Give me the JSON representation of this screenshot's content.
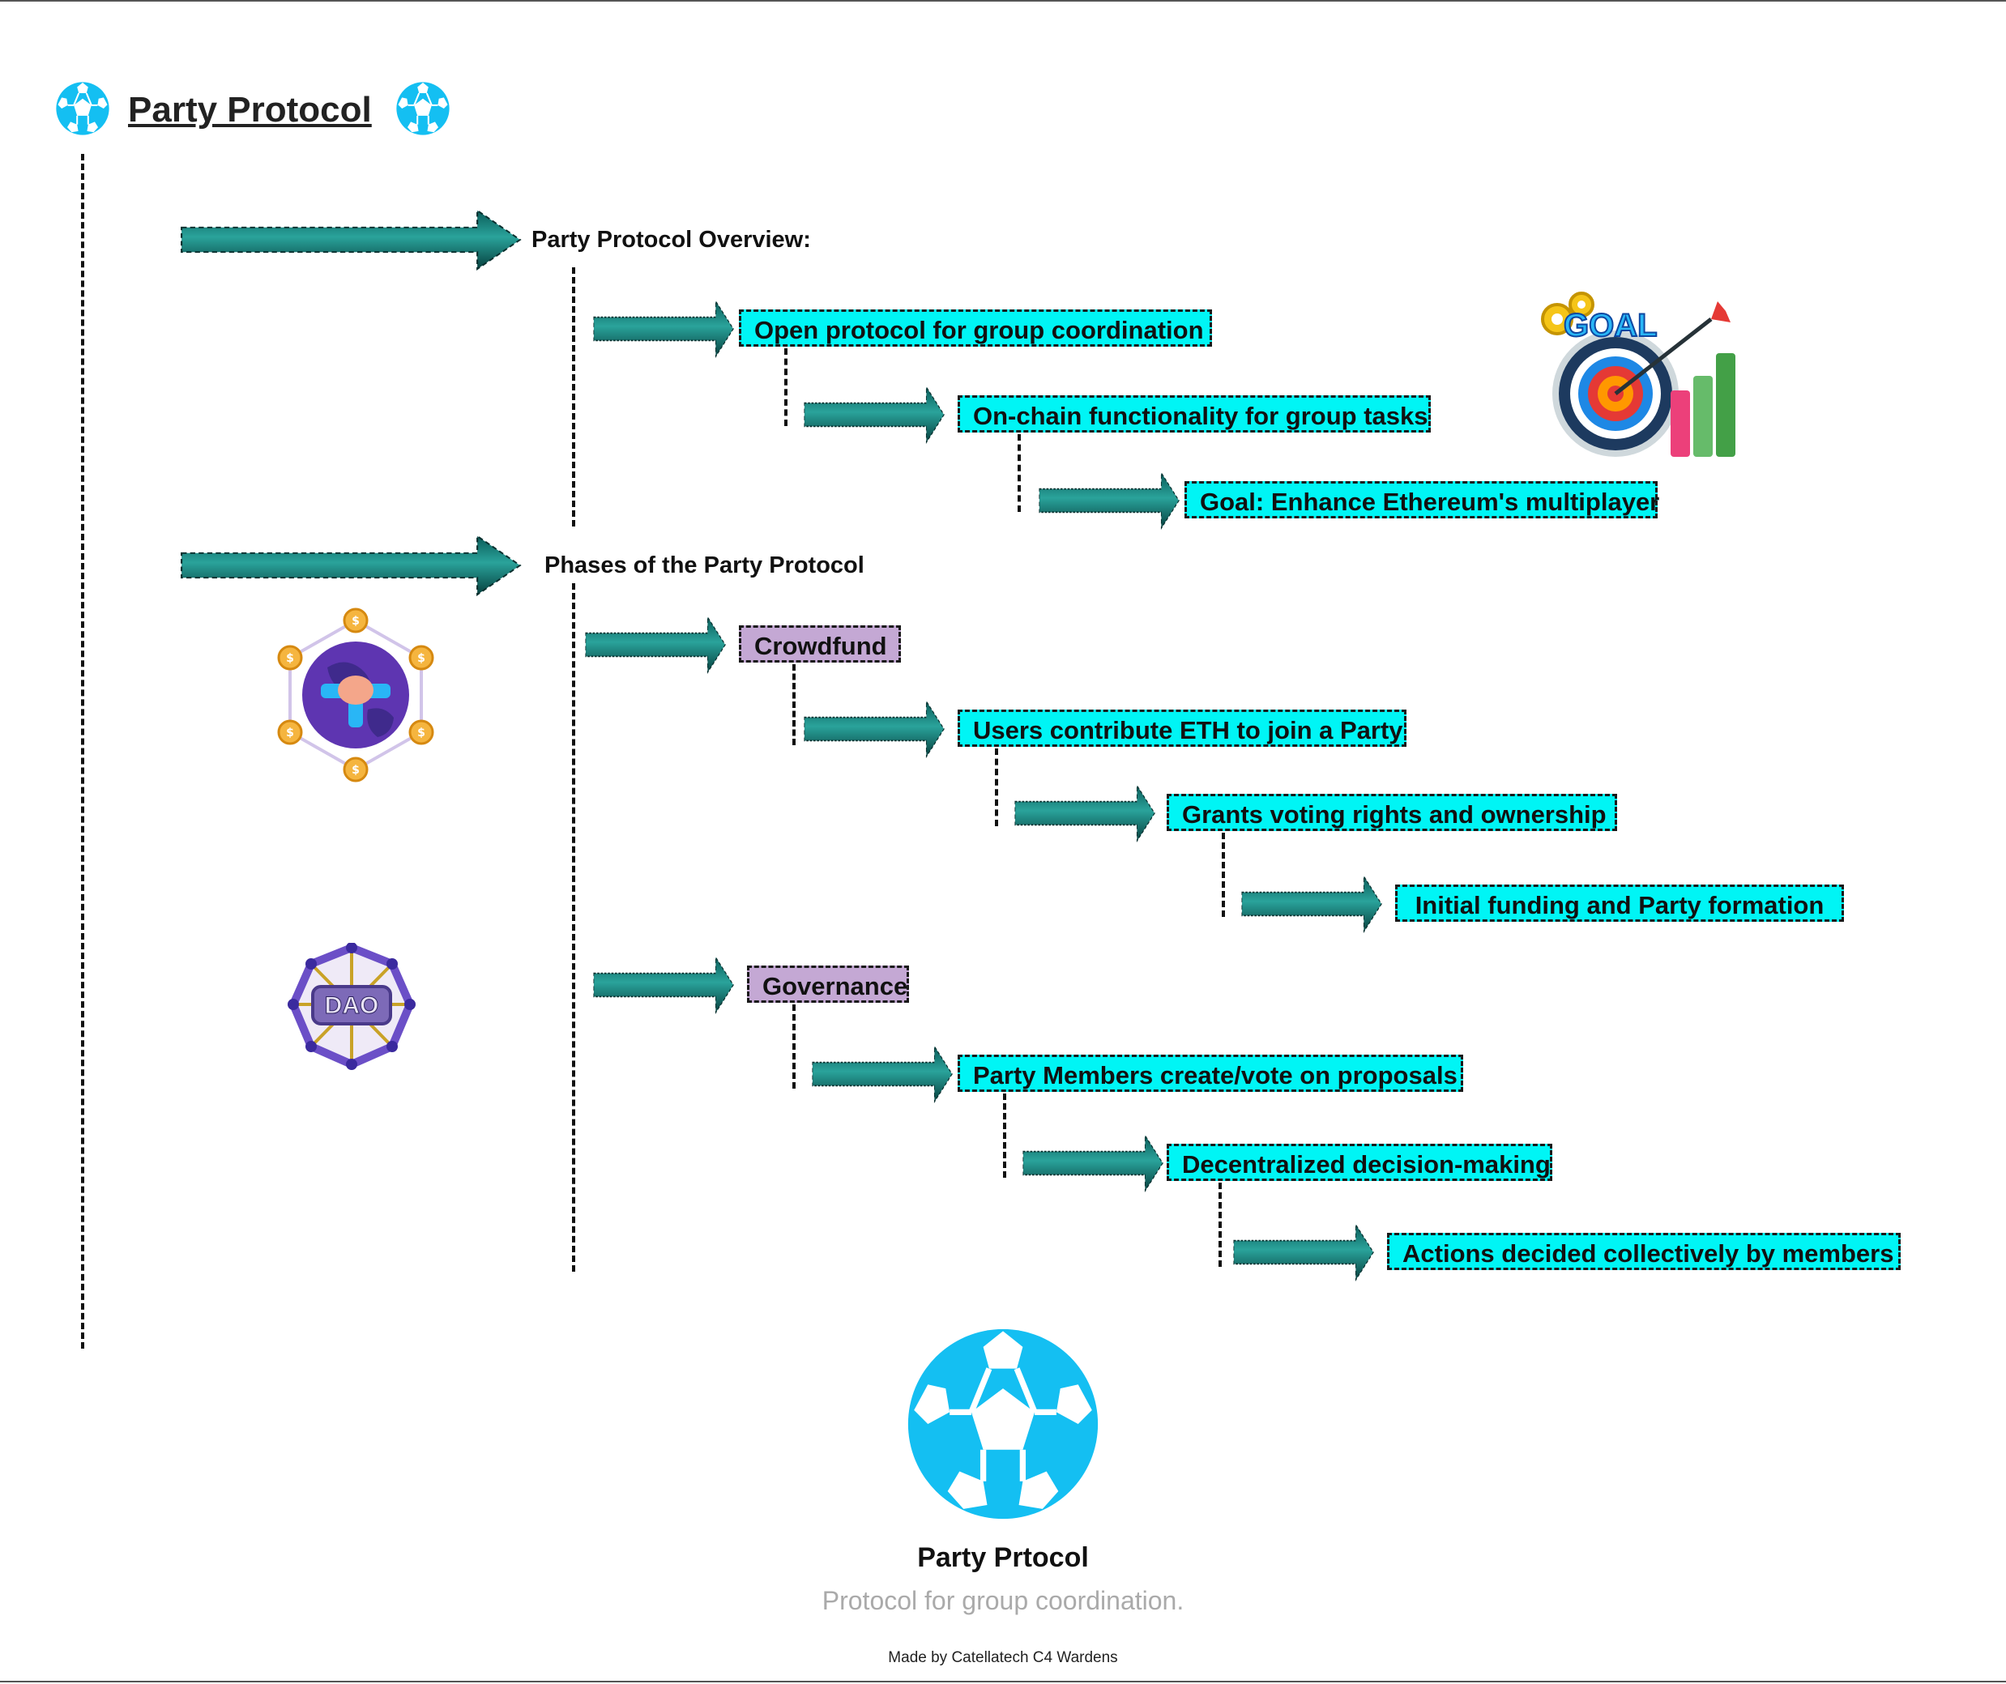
{
  "colors": {
    "node_cyan": "#00f5f5",
    "node_lilac": "#c4a8d4",
    "arrow_teal": "#0b6e6a",
    "logo_blue": "#14bff2"
  },
  "header": {
    "title": "Party Protocol",
    "icon": "party-protocol-ball-icon"
  },
  "overview": {
    "heading": "Party Protocol Overview:",
    "items": [
      "Open protocol for group coordination",
      "On-chain functionality for group tasks",
      "Goal: Enhance Ethereum's multiplayer"
    ],
    "illustration": {
      "icon": "goal-target-icon",
      "text": "GOAL"
    }
  },
  "phases": {
    "heading": "Phases of the Party Protocol",
    "crowdfund": {
      "label": "Crowdfund",
      "items": [
        "Users contribute ETH to join a Party",
        "Grants voting rights and ownership",
        "Initial funding and Party formation"
      ],
      "illustration": {
        "icon": "crowdfund-globe-icon"
      }
    },
    "governance": {
      "label": "Governance",
      "items": [
        "Party Members create/vote on proposals",
        "Decentralized decision-making",
        "Actions decided collectively by members"
      ],
      "illustration": {
        "icon": "dao-icon",
        "text": "DAO"
      }
    }
  },
  "footer": {
    "title": "Party Prtocol",
    "subtitle": "Protocol for group coordination.",
    "credit": "Made by Catellatech C4 Wardens"
  }
}
